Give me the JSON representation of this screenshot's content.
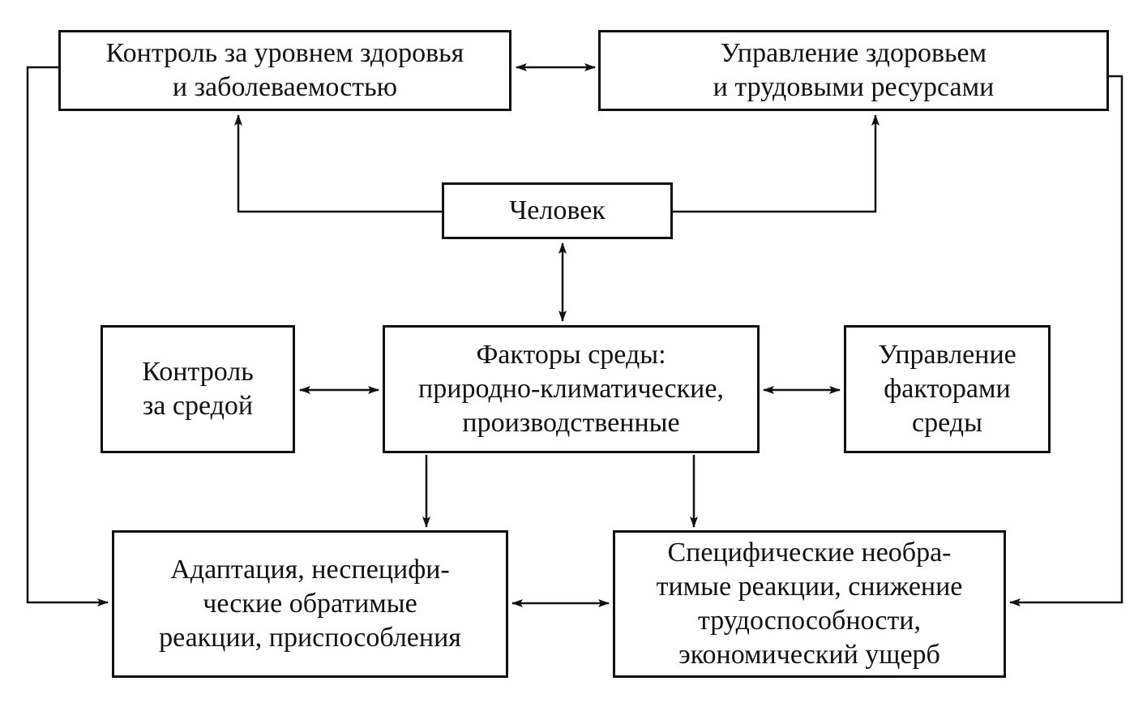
{
  "boxes": {
    "health_control": "Контроль за уровнем здоровья\nи заболеваемостью",
    "health_management": "Управление здоровьем\nи трудовыми ресурсами",
    "human": "Человек",
    "environment_control": "Контроль\nза средой",
    "environment_factors": "Факторы среды:\nприродно-климатические,\nпроизводственные",
    "factor_management": "Управление\nфакторами\nсреды",
    "adaptation": "Адаптация, неспецифи-\nческие обратимые\nреакции, приспособления",
    "specific_reactions": "Специфические необра-\nтимые реакции, снижение\nтрудоспособности,\nэкономический ущерб"
  }
}
